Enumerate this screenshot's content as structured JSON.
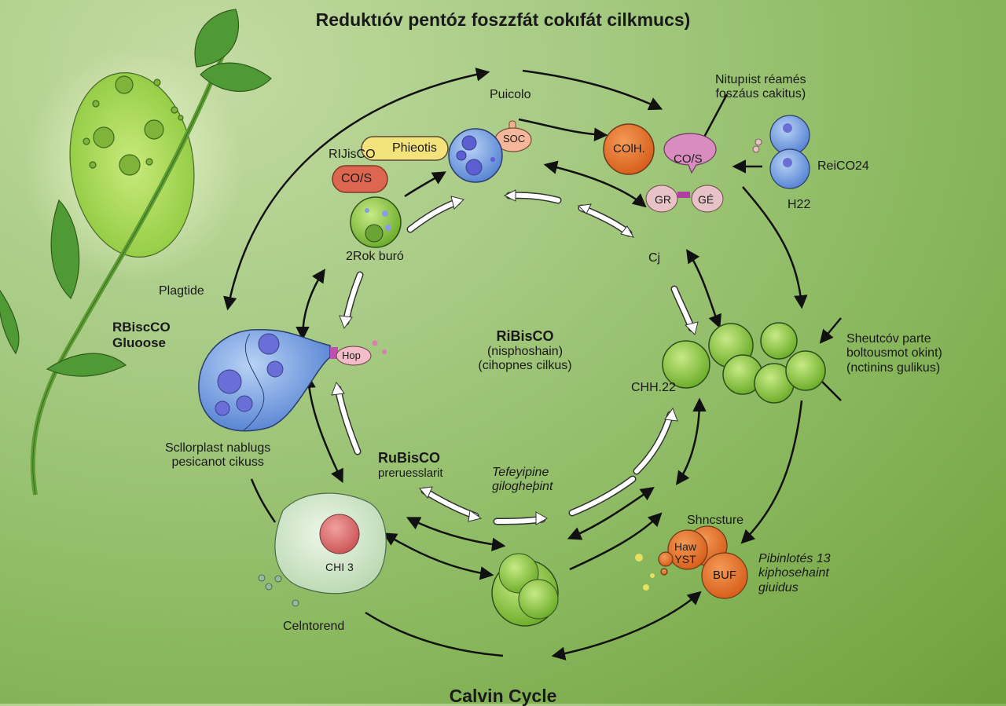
{
  "title": "Reduktıóv pentóz foszzfát cokıfát cilkmucs)",
  "footer": "Calvin Cycle",
  "colors": {
    "background": "#8ab85e",
    "arrow_black": "#111111",
    "arrow_white": "#ffffff",
    "orange_molecule": "#e0702a",
    "blue_molecule": "#6f9de0",
    "green_molecule": "#8cc63f",
    "red_pill": "#dd6650",
    "yellow_pill": "#f3e37a",
    "pink_bubble": "#d88cc0",
    "pale_cell": "#d6ead0"
  },
  "labels": {
    "top_center": "Puicolo",
    "top_right_line1": "Nitupıist réamés",
    "top_right_line2": "foszáus cakitus)",
    "rubisco_small": "RIJisCO",
    "cols_red": "CO/S",
    "pheotus": "Phieotis",
    "soc": "SOC",
    "rok_buro": "2Rok buró",
    "coh": "COlH.",
    "cols_pink": "CO/S",
    "gr": "GR",
    "ge": "GÉ",
    "reico": "ReiCO24",
    "h22": "H22",
    "cj": "Cj",
    "plagtide": "Plagtide",
    "rbisco_glucose_line1": "RBiscCO",
    "rbisco_glucose_line2": "Gluoose",
    "hopo": "Hop",
    "center_line1": "RiBisCO",
    "center_line2": "(nisphoshain)",
    "center_line3": "(cihopnes cilkus)",
    "chh": "CHH.22",
    "right_line1": "Sheutcóv parte",
    "right_line2": "boltousmot okint)",
    "right_line3": "(nctinins gulikus)",
    "sclorplast_line1": "Scllorplast nablugs",
    "sclorplast_line2": "pesicanot cikuss",
    "rubisco_bottom_line1": "RuBisCO",
    "rubisco_bottom_line2": "preruesslarit",
    "tetey_line1": "Tefeyipine",
    "tetey_line2": "gilogheþint",
    "chi3": "CHI 3",
    "celntorend": "Celntorend",
    "shncsture": "Shncsture",
    "haw": "Haw",
    "yst": "YST",
    "buf": "BUF",
    "pibin_line1": "Pibinlotés 13",
    "pibin_line2": "kiphosehaint",
    "pibin_line3": "giuidus"
  },
  "icons": {
    "plant": "plant-sprig-icon",
    "chloroplast": "chloroplast-cell-icon",
    "molecule": "molecule-sphere-icon"
  }
}
